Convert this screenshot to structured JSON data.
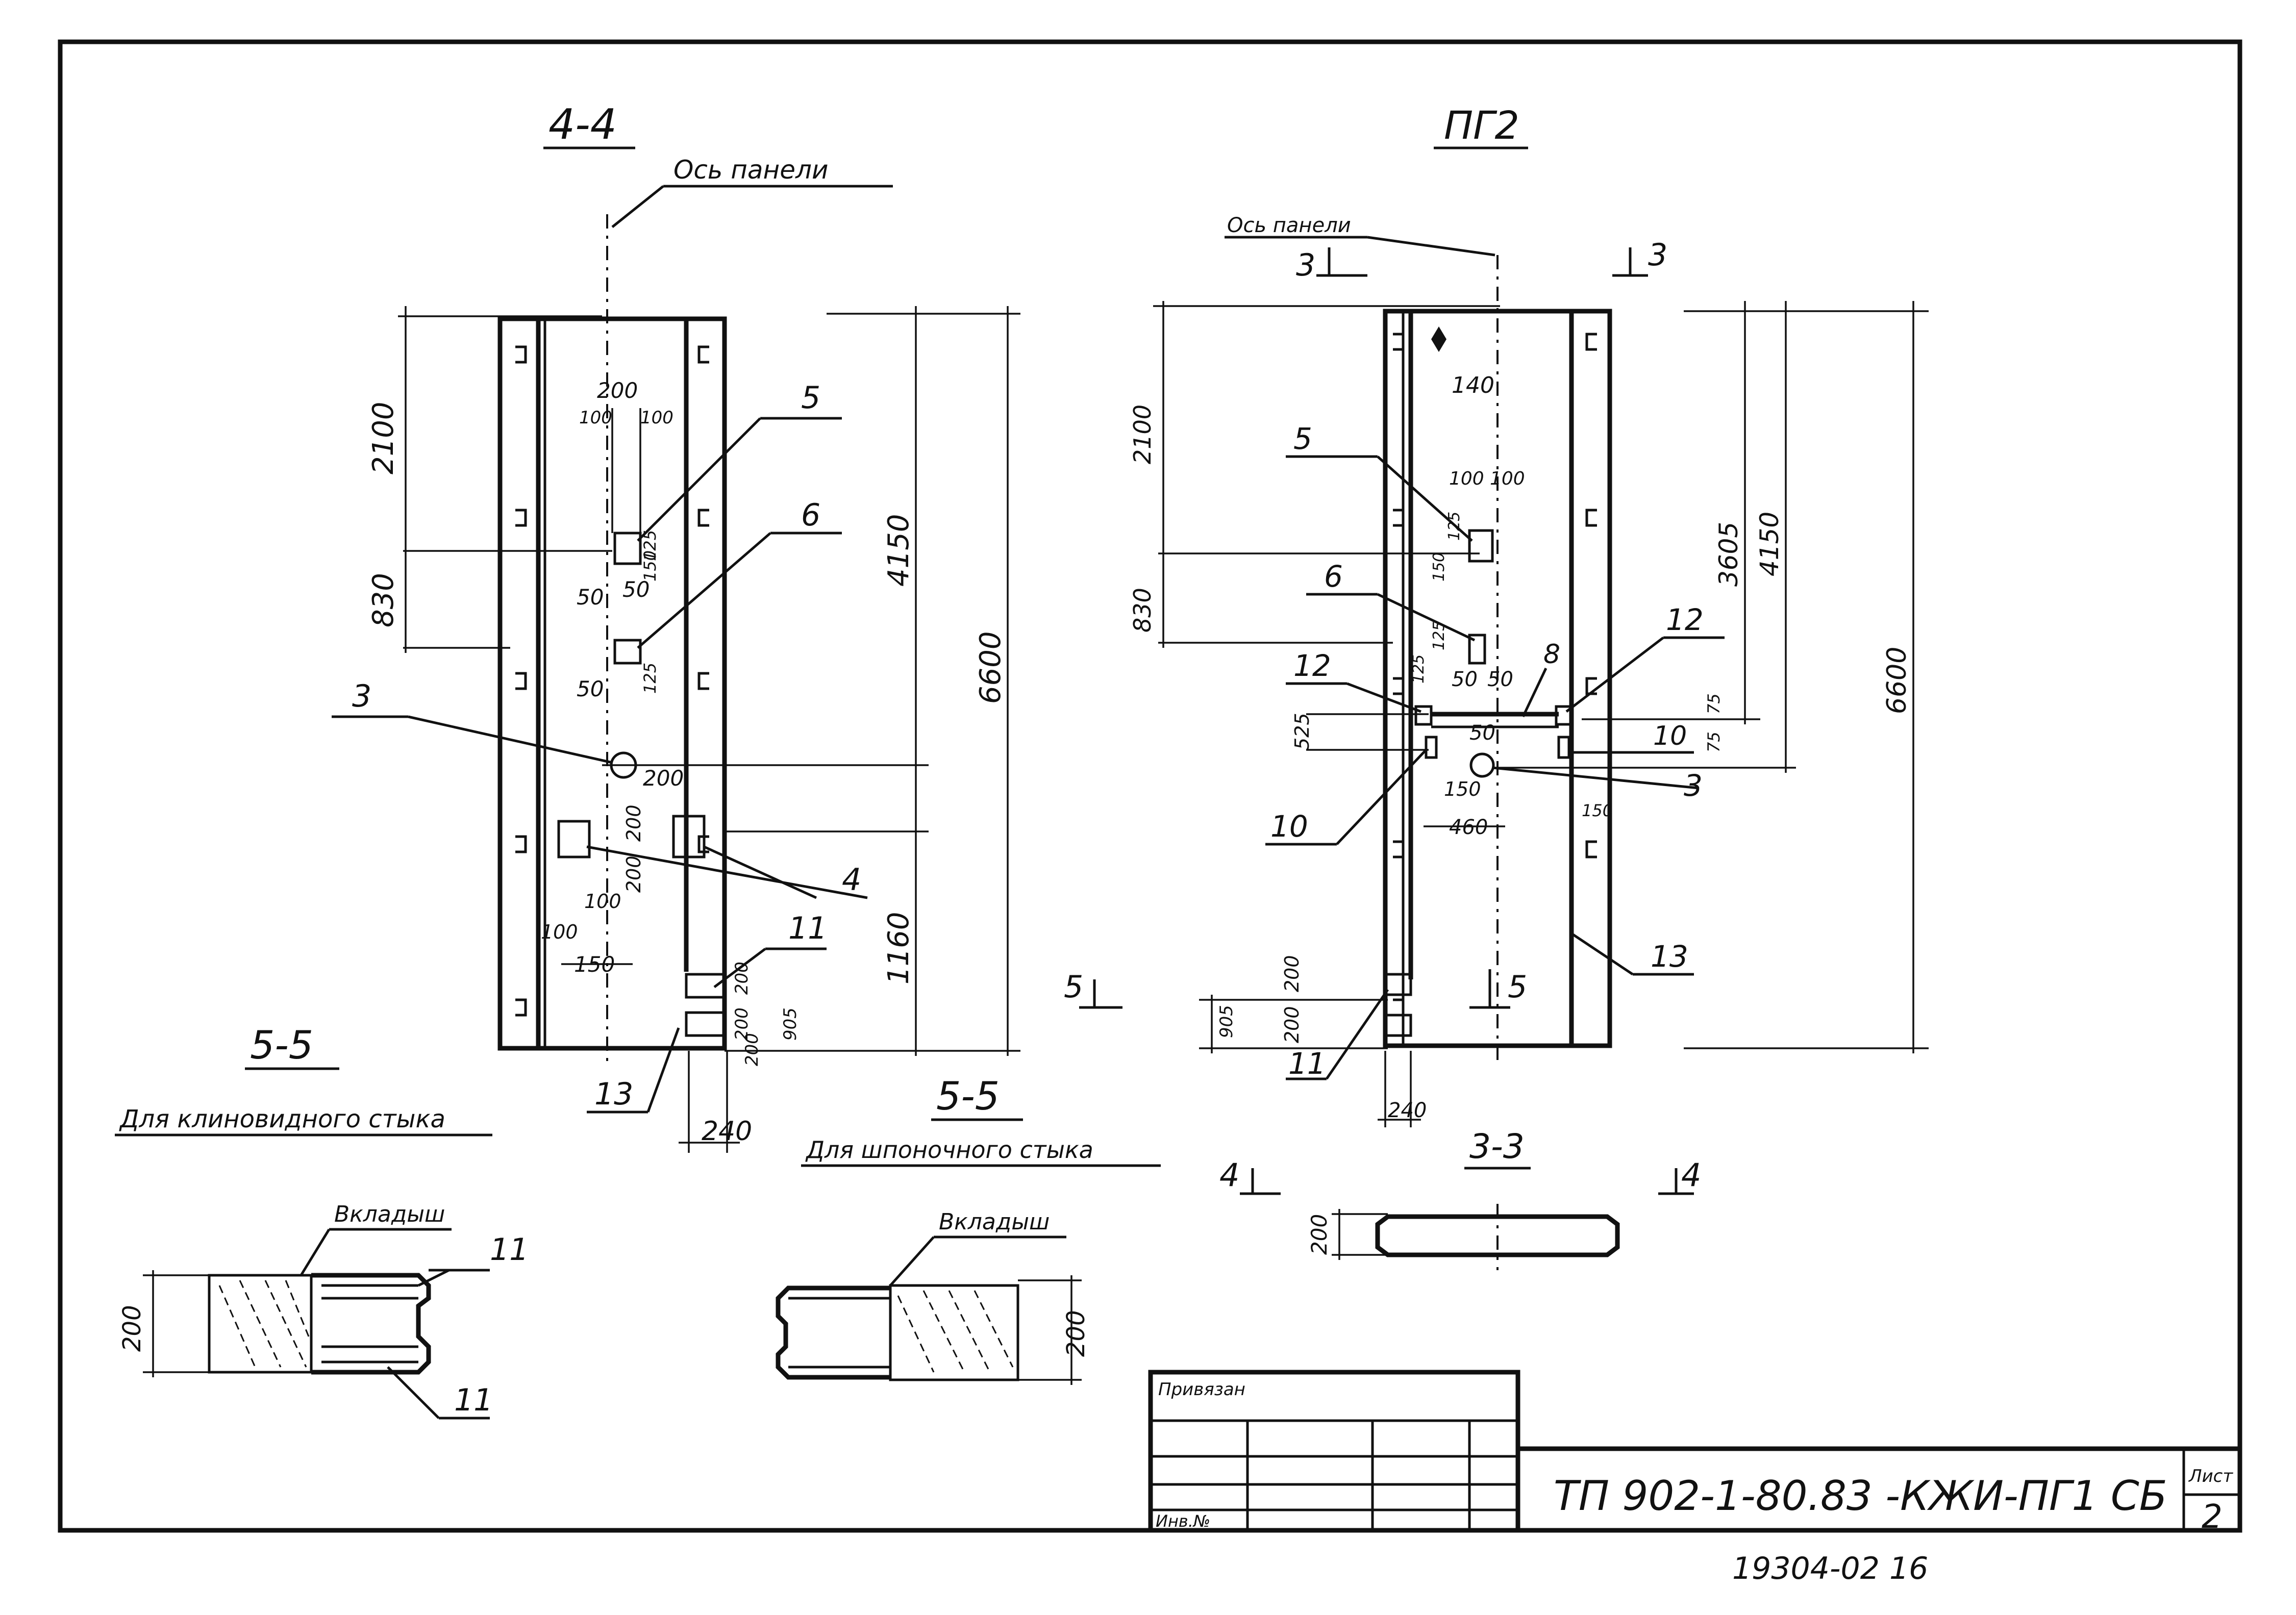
{
  "views": {
    "left_title": "4-4",
    "right_title": "ПГ2",
    "section_55": "5-5",
    "section_33": "3-3"
  },
  "axis_label": "Ось панели",
  "left_panel": {
    "dims": [
      "2100",
      "830",
      "4150",
      "6600",
      "1160",
      "200",
      "100",
      "100",
      "50",
      "50",
      "50",
      "125",
      "125",
      "150",
      "200",
      "200",
      "200",
      "100",
      "100",
      "150",
      "200",
      "200",
      "200",
      "905",
      "240"
    ],
    "callouts": [
      "5",
      "6",
      "3",
      "4",
      "11",
      "13"
    ]
  },
  "right_panel": {
    "dims": [
      "2100",
      "830",
      "3605",
      "4150",
      "6600",
      "140",
      "100",
      "100",
      "150",
      "125",
      "125",
      "125",
      "50",
      "50",
      "525",
      "50",
      "150",
      "460",
      "75",
      "75",
      "150",
      "200",
      "200",
      "905",
      "240"
    ],
    "callouts": [
      "5",
      "6",
      "12",
      "12",
      "8",
      "10",
      "10",
      "3",
      "13",
      "11"
    ],
    "cut_marks": [
      "3",
      "3",
      "5",
      "5",
      "4",
      "4"
    ]
  },
  "section_left": {
    "title": "5-5",
    "subtitle": "Для клиновидного стыка",
    "label": "Вкладыш",
    "callouts": [
      "11",
      "11"
    ],
    "dim": "200"
  },
  "section_right": {
    "title": "5-5",
    "subtitle": "Для шпоночного стыка",
    "label": "Вкладыш",
    "dim": "200"
  },
  "section_33": {
    "dim": "200"
  },
  "title_block": {
    "privyazan": "Привязан",
    "inv_no": "Инв.№",
    "code": "ТП 902-1-80.83 -КЖИ-ПГ1 СБ",
    "sheet_label": "Лист",
    "sheet_no": "2"
  },
  "archive_no": "19304-02  16"
}
